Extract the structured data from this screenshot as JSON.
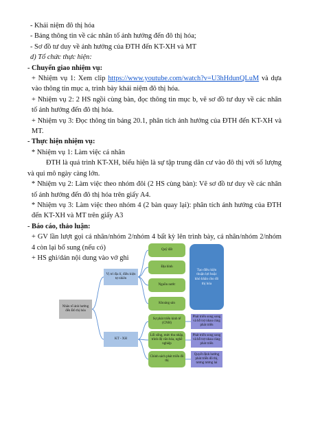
{
  "lines": {
    "l1": "- Khái niệm đô thị  hóa",
    "l2": "- Bảng thông tin về các nhân tố ảnh hưởng đến đô thị hóa;",
    "l3": "- Sơ đồ tư duy về ảnh hưởng của ĐTH đến KT-XH và MT",
    "l4": "d) Tổ chức thực hiện:",
    "l5": "- Chuyển giao nhiệm vụ:",
    "l6a": "+ Nhiệm vụ 1: Xem clip ",
    "l6link": "https://www.youtube.com/watch?v=U3hHdunQLuM",
    "l6b": " và dựa vào thông tin mục a, trình bày khái niệm đô thị hóa.",
    "l7": "+ Nhiệm vụ 2: 2 HS ngồi cùng bàn, đọc thông tin mục b, vẽ sơ đồ tư duy về các nhân tố ảnh hưởng đến đô thị hóa.",
    "l8": "+ Nhiệm vụ 3: Đọc thông tin bảng 20.1, phân tích ảnh hưởng của ĐTH đến KT-XH và MT.",
    "l9": "- Thực hiện nhiệm vụ:",
    "l10": "* Nhiệm vụ 1: Làm việc cá nhân",
    "l11": "ĐTH là quá trình KT-XH, biểu hiện là sự tập trung dân cư vào đô thị với số lượng và qui mô ngày càng lớn.",
    "l12": "* Nhiệm vụ 2: Làm việc theo nhóm đôi (2 HS cùng bàn): Vẽ sơ đồ tư duy về các nhân tố ảnh hưởng đến đô thị hóa trên giấy A4.",
    "l13": "* Nhiệm vụ 3: Làm việc theo nhóm 4 (2 bàn quay lại): phân tích ảnh hưởng của ĐTH đến KT-XH và MT  trên giấy A3",
    "l14": "- Báo cáo, thảo luận:",
    "l15": "+ GV lần lượt gọi cá nhân/nhóm 2/nhóm 4 bất kỳ lên trình bày, cá nhân/nhóm 2/nhóm 4 còn lại bổ sung (nếu có)",
    "l16": "+ HS ghi/dán nội dung vào vở ghi"
  },
  "diagram": {
    "root": "Nhân tố ảnh hưởng đến Đô thị hóa",
    "natural": "Vị trí địa lí, điều kiện tự nhiên",
    "nat_children": [
      "Quỹ đất",
      "Địa hình",
      "Nguồn nước",
      "Khoáng sản"
    ],
    "nat_result": "Tạo điều kiện thuận lợi hoặc khó khăn cho đô thị hóa",
    "socio": "KT - XH",
    "soc_children": [
      "Sự phát triển kinh tế (CNH)",
      "Lối sống, mức thu nhập, trình độ văn hóa, nghề nghiệp",
      "Chính sách phát triển đô thị"
    ],
    "soc_results": [
      "Phát triển song song và hỗ trợ nhau cùng phát triển",
      "Phát triển song song và hỗ trợ nhau cùng phát triển",
      "Quyết định hướng phát triển đô thị, tương tương lai"
    ],
    "colors": {
      "line": "#5b8fd4",
      "gray": "#b8b8b8",
      "blue": "#a9c4e6",
      "green": "#8cc05a",
      "purple": "#8e8fd8",
      "center": "#4a86c8"
    }
  }
}
